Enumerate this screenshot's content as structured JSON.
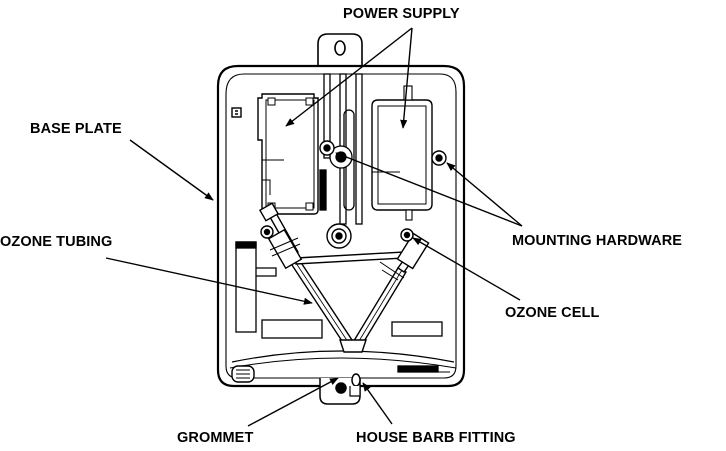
{
  "labels": {
    "power_supply": "POWER SUPPLY",
    "base_plate": "BASE PLATE",
    "ozone_tubing": "OZONE TUBING",
    "mounting_hardware": "MOUNTING HARDWARE",
    "ozone_cell": "OZONE CELL",
    "grommet": "GROMMET",
    "house_barb_fitting": "HOUSE BARB FITTING"
  },
  "colors": {
    "line": "#000000",
    "fill": "#ffffff",
    "shade": "#d9d9d9",
    "background": "#ffffff"
  }
}
